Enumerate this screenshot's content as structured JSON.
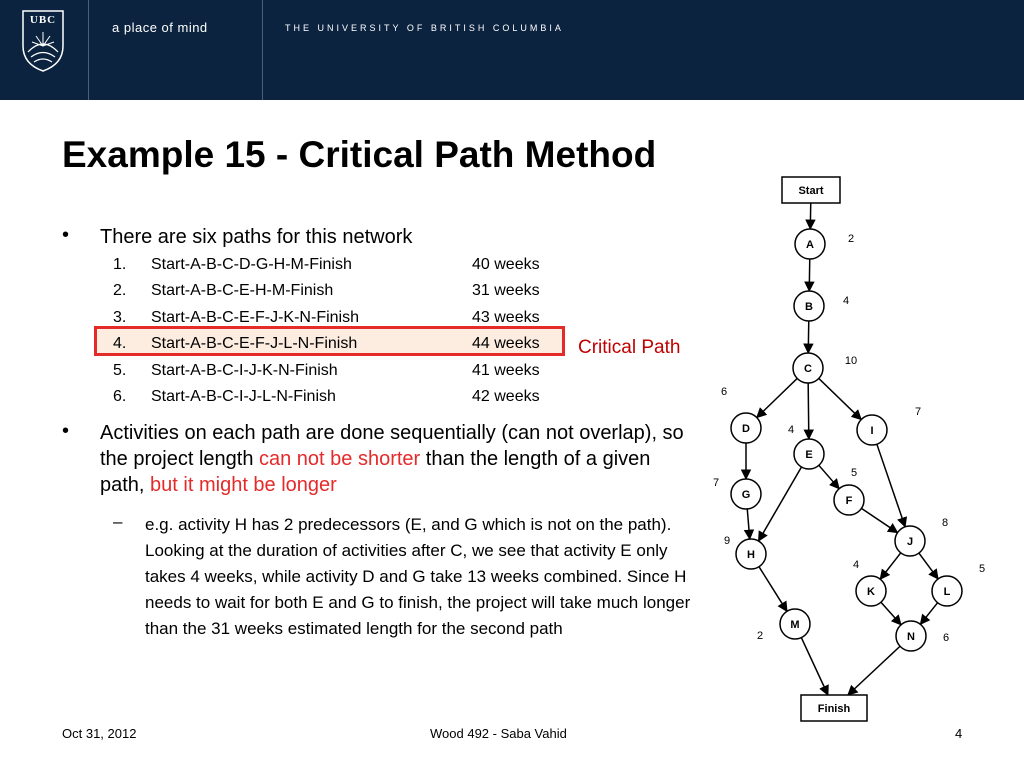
{
  "header": {
    "crest_text": "UBC",
    "tagline": "a place of mind",
    "university": "THE UNIVERSITY OF BRITISH COLUMBIA"
  },
  "slide": {
    "title": "Example 15 - Critical Path Method",
    "bullet1": "There are six paths for this network",
    "paths": [
      {
        "num": "1.",
        "route": "Start-A-B-C-D-G-H-M-Finish",
        "weeks": "40 weeks"
      },
      {
        "num": "2.",
        "route": "Start-A-B-C-E-H-M-Finish",
        "weeks": "31 weeks"
      },
      {
        "num": "3.",
        "route": "Start-A-B-C-E-F-J-K-N-Finish",
        "weeks": "43 weeks"
      },
      {
        "num": "4.",
        "route": "Start-A-B-C-E-F-J-L-N-Finish",
        "weeks": "44 weeks"
      },
      {
        "num": "5.",
        "route": "Start-A-B-C-I-J-K-N-Finish",
        "weeks": "41 weeks"
      },
      {
        "num": "6.",
        "route": "Start-A-B-C-I-J-L-N-Finish",
        "weeks": "42 weeks"
      }
    ],
    "critical_label": "Critical Path",
    "bullet2": {
      "part1": "Activities on each path are done sequentially (can not overlap), so the project length ",
      "red1": "can not be shorter",
      "part2": " than the length of a given path, ",
      "red2": "but it might be longer"
    },
    "sub_dash": "–",
    "sub_bullet": "e.g. activity H has 2 predecessors (E, and G which is not on the path). Looking at the duration of activities after C, we see that activity E only takes 4 weeks, while activity D and G take 13 weeks combined. Since H needs to wait for both E and G to finish, the project will take much longer than the 31 weeks estimated length for the second path"
  },
  "network": {
    "start_label": "Start",
    "finish_label": "Finish",
    "nodes": [
      {
        "id": "A",
        "duration": "2"
      },
      {
        "id": "B",
        "duration": "4"
      },
      {
        "id": "C",
        "duration": "10"
      },
      {
        "id": "D",
        "duration": "6"
      },
      {
        "id": "E",
        "duration": "4"
      },
      {
        "id": "I",
        "duration": "7"
      },
      {
        "id": "G",
        "duration": "7"
      },
      {
        "id": "F",
        "duration": "5"
      },
      {
        "id": "H",
        "duration": "9"
      },
      {
        "id": "J",
        "duration": "8"
      },
      {
        "id": "K",
        "duration": "4"
      },
      {
        "id": "L",
        "duration": "5"
      },
      {
        "id": "M",
        "duration": "2"
      },
      {
        "id": "N",
        "duration": "6"
      }
    ],
    "edges": [
      [
        "Start",
        "A"
      ],
      [
        "A",
        "B"
      ],
      [
        "B",
        "C"
      ],
      [
        "C",
        "D"
      ],
      [
        "C",
        "E"
      ],
      [
        "C",
        "I"
      ],
      [
        "D",
        "G"
      ],
      [
        "G",
        "H"
      ],
      [
        "E",
        "H"
      ],
      [
        "E",
        "F"
      ],
      [
        "F",
        "J"
      ],
      [
        "I",
        "J"
      ],
      [
        "J",
        "K"
      ],
      [
        "J",
        "L"
      ],
      [
        "K",
        "N"
      ],
      [
        "L",
        "N"
      ],
      [
        "H",
        "M"
      ],
      [
        "M",
        "Finish"
      ],
      [
        "N",
        "Finish"
      ]
    ]
  },
  "footer": {
    "date": "Oct 31, 2012",
    "course": "Wood 492 - Saba Vahid",
    "page": "4"
  }
}
